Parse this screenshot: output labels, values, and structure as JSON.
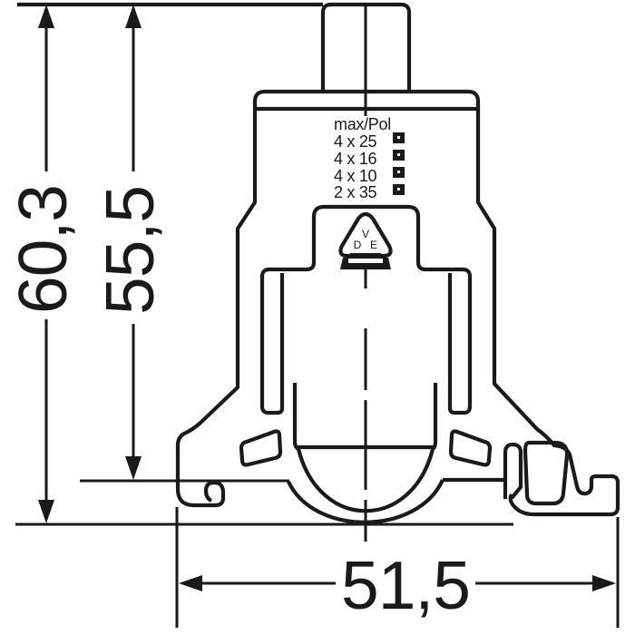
{
  "drawing": {
    "kind": "terminal-block-side-view-technical-drawing",
    "colors": {
      "line": "#1a1a1a",
      "background": "#ffffff"
    }
  },
  "dimensions": {
    "height_total": {
      "label": "60,3"
    },
    "height_body": {
      "label": "55,5"
    },
    "width_base": {
      "label": "51,5"
    }
  },
  "spec_table": {
    "header": {
      "label": "max/Pol"
    },
    "rows": [
      {
        "label": "4 x 25"
      },
      {
        "label": "4 x 16"
      },
      {
        "label": "4 x 10"
      },
      {
        "label": "2 x 35"
      }
    ]
  },
  "vde_mark": {
    "letter_v": "V",
    "letter_d": "D",
    "letter_e": "E"
  }
}
